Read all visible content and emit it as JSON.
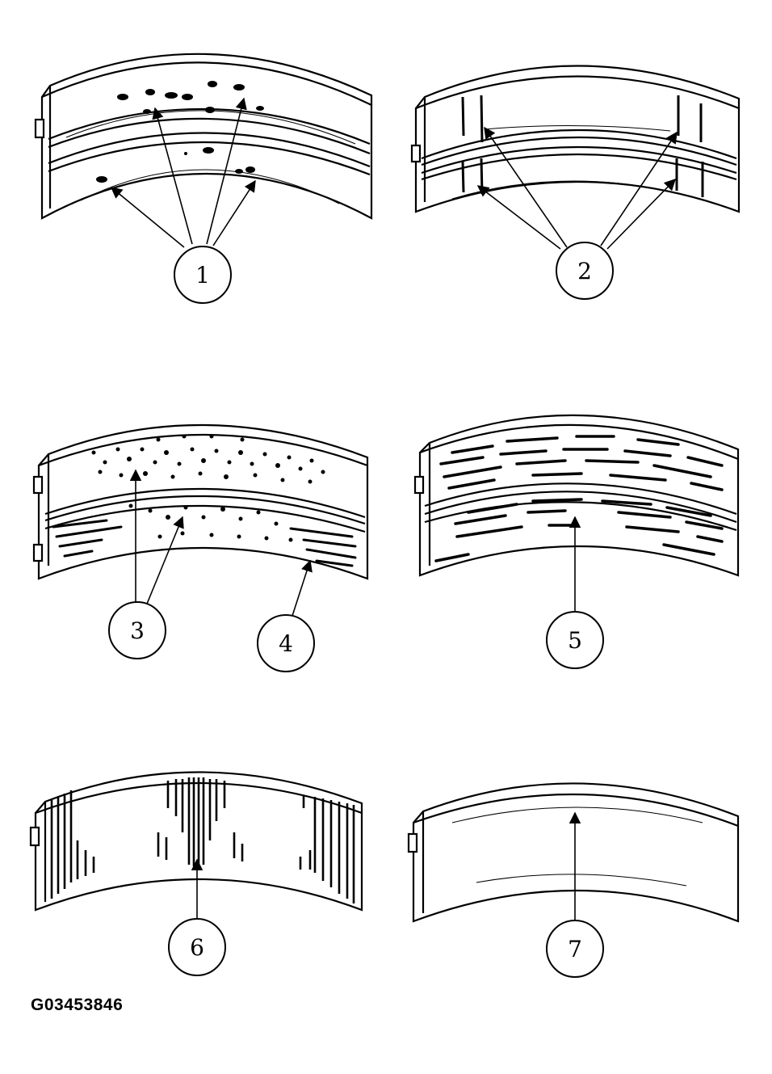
{
  "figure": {
    "id": "G03453846",
    "panels": [
      {
        "callouts": [
          "1"
        ],
        "surface": "spotted"
      },
      {
        "callouts": [
          "2"
        ],
        "surface": "radial-scratches"
      },
      {
        "callouts": [
          "3",
          "4"
        ],
        "surface": "pitted-and-streaked"
      },
      {
        "callouts": [
          "5"
        ],
        "surface": "streaked"
      },
      {
        "callouts": [
          "6"
        ],
        "surface": "vertical-ridges"
      },
      {
        "callouts": [
          "7"
        ],
        "surface": "clean"
      }
    ]
  },
  "colors": {
    "ink": "#000000",
    "paper": "#ffffff"
  }
}
